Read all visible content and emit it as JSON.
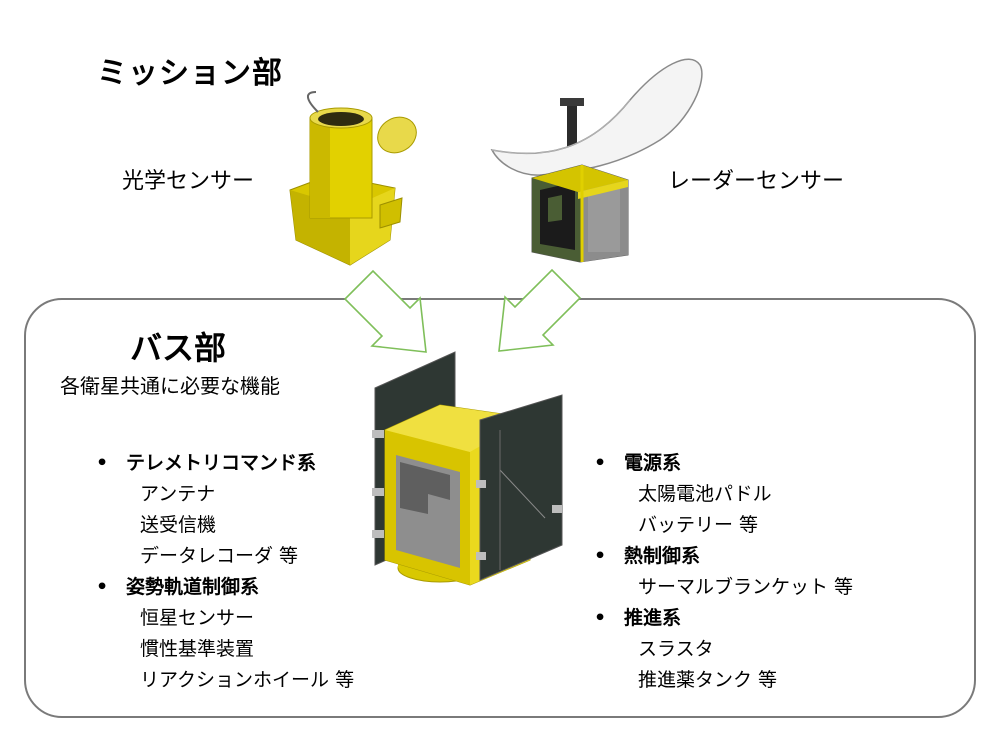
{
  "mission": {
    "title": "ミッション部",
    "optical_sensor": "光学センサー",
    "radar_sensor": "レーダーセンサー"
  },
  "bus": {
    "title": "バス部",
    "subtitle": "各衛星共通に必要な機能",
    "left_groups": [
      {
        "heading": "テレメトリコマンド系",
        "items": [
          "アンテナ",
          "送受信機",
          "データレコーダ 等"
        ]
      },
      {
        "heading": "姿勢軌道制御系",
        "items": [
          "恒星センサー",
          "慣性基準装置",
          "リアクションホイール 等"
        ]
      }
    ],
    "right_groups": [
      {
        "heading": "電源系",
        "items": [
          "太陽電池パドル",
          "バッテリー 等"
        ]
      },
      {
        "heading": "熱制御系",
        "items": [
          "サーマルブランケット 等"
        ]
      },
      {
        "heading": "推進系",
        "items": [
          "スラスタ",
          "推進薬タンク 等"
        ]
      }
    ]
  },
  "colors": {
    "gold_foil": "#e8d400",
    "dark_panel": "#2c3530",
    "arrow_outline": "#7fbf5a",
    "box_border": "#7a7a7a"
  }
}
